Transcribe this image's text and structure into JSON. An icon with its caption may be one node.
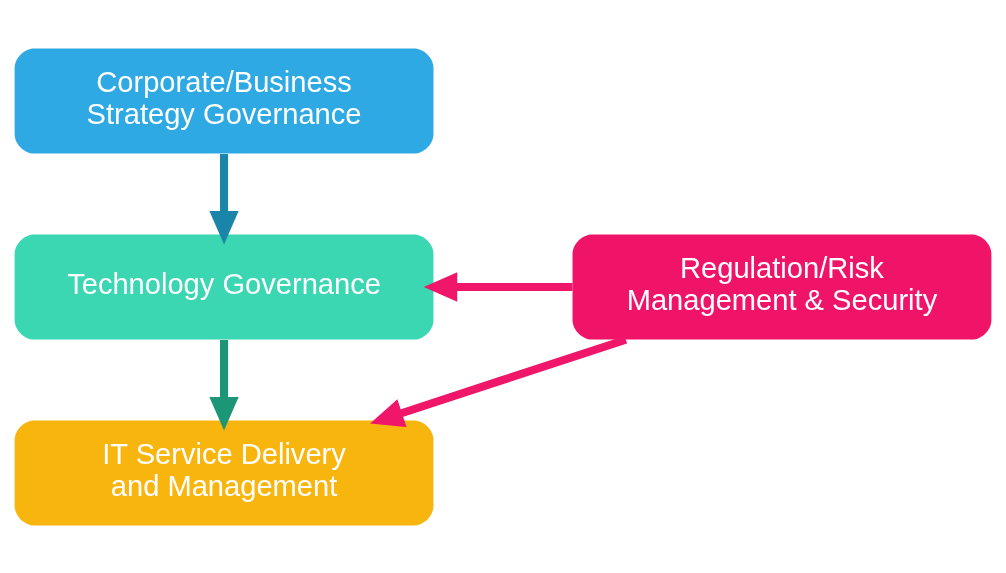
{
  "diagram": {
    "nodes": [
      {
        "text": [
          "Corporate/Business Strategy Governance"
        ]
      },
      {
        "text": [
          "Technology Governance"
        ]
      },
      {
        "text": [
          "IT Service Delivery and Management"
        ]
      },
      {
        "text": [
          "Regulation/Risk Management & Security"
        ]
      }
    ],
    "edges": [
      {
        "from": 0,
        "to": 1,
        "arrow": "to",
        "color": "#1a85a8"
      },
      {
        "from": 1,
        "to": 2,
        "arrow": "to",
        "color": "#1b9676"
      },
      {
        "from": 3,
        "to": 1,
        "arrow": "to",
        "color": "#f0166a"
      },
      {
        "from": 3,
        "to": 2,
        "arrow": "to",
        "color": "#f0166a"
      }
    ]
  }
}
